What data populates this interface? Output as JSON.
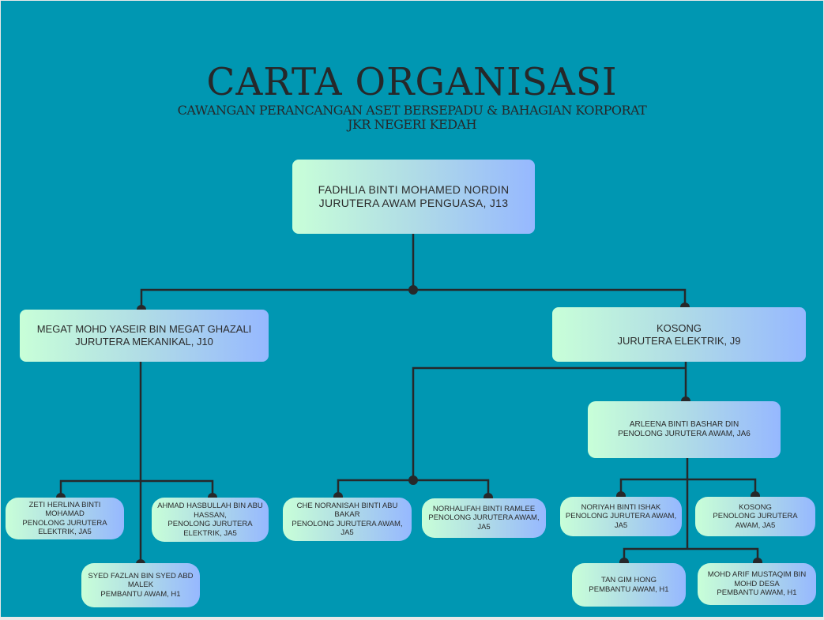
{
  "header": {
    "title": "CARTA ORGANISASI",
    "subtitle": "CAWANGAN PERANCANGAN ASET BERSEPADU  & BAHAGIAN KORPORAT",
    "subtitle2": "JKR NEGERI KEDAH"
  },
  "nodes": {
    "head": {
      "name": "FADHLIA BINTI MOHAMED NORDIN",
      "role": "JURUTERA AWAM PENGUASA, J13"
    },
    "mech": {
      "name": "MEGAT MOHD YASEIR BIN MEGAT GHAZALI",
      "role": "JURUTERA MEKANIKAL, J10"
    },
    "elec": {
      "name": "KOSONG",
      "role": "JURUTERA ELEKTRIK, J9"
    },
    "arleena": {
      "name": "ARLEENA BINTI BASHAR DIN",
      "role": "PENOLONG JURUTERA AWAM, JA6"
    },
    "zeti": {
      "name": "ZETI HERLINA BINTI MOHAMAD",
      "role": "PENOLONG JURUTERA ELEKTRIK, JA5"
    },
    "ahmad": {
      "name": "AHMAD HASBULLAH BIN ABU HASSAN,",
      "role": "PENOLONG JURUTERA ELEKTRIK, JA5"
    },
    "syed": {
      "name": "SYED FAZLAN BIN SYED ABD MALEK",
      "role": "PEMBANTU AWAM, H1"
    },
    "che": {
      "name": "CHE NORANISAH BINTI ABU BAKAR",
      "role": "PENOLONG JURUTERA AWAM, JA5"
    },
    "norhalifah": {
      "name": "NORHALIFAH BINTI RAMLEE",
      "role": "PENOLONG JURUTERA AWAM, JA5"
    },
    "noriyah": {
      "name": "NORIYAH BINTI ISHAK",
      "role": "PENOLONG JURUTERA AWAM, JA5"
    },
    "kosong2": {
      "name": "KOSONG",
      "role": "PENOLONG JURUTERA AWAM, JA5"
    },
    "tan": {
      "name": "TAN GIM HONG",
      "role": "PEMBANTU AWAM, H1"
    },
    "mohdarif": {
      "name": "MOHD ARIF MUSTAQIM BIN MOHD DESA",
      "role": "PEMBANTU AWAM, H1"
    }
  },
  "colors": {
    "background": "#0097b2",
    "line": "#26282a",
    "box_start": "#c8ffd8",
    "box_end": "#96b8ff"
  }
}
